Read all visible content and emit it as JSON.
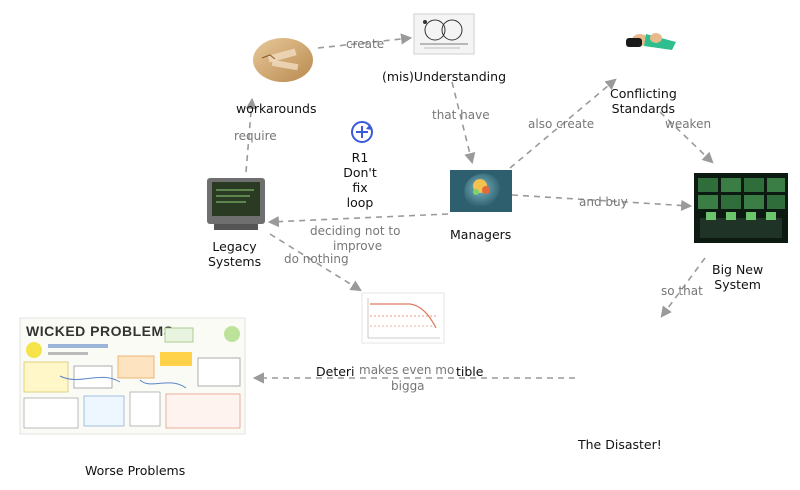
{
  "nodes": {
    "workarounds": "workarounds",
    "misunderstanding": "(mis)Understanding",
    "conflicting_standards_1": "Conflicting",
    "conflicting_standards_2": "Standards",
    "legacy_1": "Legacy",
    "legacy_2": "Systems",
    "managers": "Managers",
    "big_new_system_1": "Big New",
    "big_new_system_2": "System",
    "deteri": "Deteri",
    "tible": "tible",
    "worse_problems": "Worse Problems",
    "the_disaster": "The Disaster!"
  },
  "loop": {
    "r1": "R1",
    "line1": "Don't",
    "line2": "fix",
    "line3": "loop"
  },
  "edges": {
    "create": "create",
    "that_have": "that have",
    "also_create": "also create",
    "weaken": "weaken",
    "require": "require",
    "and_buy": "and buy",
    "deciding_not_to": "deciding not to",
    "improve": "improve",
    "do_nothing": "do nothing",
    "so_that": "so that",
    "makes_even_mo": "makes even mo",
    "bigga": "bigga"
  },
  "wicked": {
    "title": "WICKED PROBLEMS"
  },
  "colors": {
    "arrow": "#9a9a9a",
    "edge_text": "#777777",
    "loop_icon": "#3a5bd9"
  }
}
